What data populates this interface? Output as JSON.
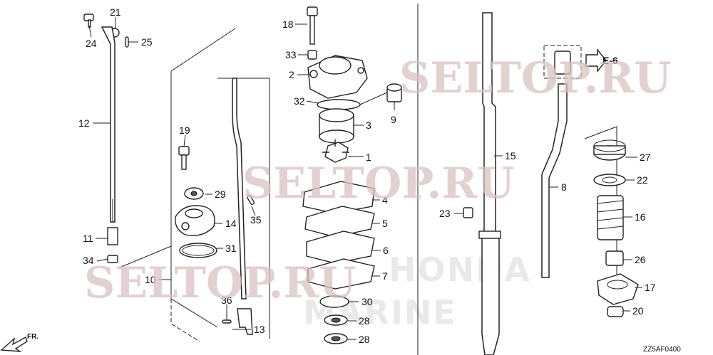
{
  "watermarks": [
    "SELTOP.RU",
    "SELTOP.RU",
    "SELTOP.RU"
  ],
  "brand_text": [
    "HONDA",
    "MARINE"
  ],
  "fr_label": "FR.",
  "ref_label": "E-6",
  "drawing_code": "ZZ5AF0400",
  "callouts": {
    "p1": "1",
    "p2": "2",
    "p3": "3",
    "p4": "4",
    "p5": "5",
    "p6": "6",
    "p7": "7",
    "p8": "8",
    "p9": "9",
    "p10": "10",
    "p11": "11",
    "p12": "12",
    "p13": "13",
    "p14": "14",
    "p15": "15",
    "p16": "16",
    "p17": "17",
    "p18": "18",
    "p19": "19",
    "p20": "20",
    "p21": "21",
    "p22": "22",
    "p23": "23",
    "p24": "24",
    "p25": "25",
    "p26": "26",
    "p27": "27",
    "p28a": "28",
    "p28b": "28",
    "p29": "29",
    "p30": "30",
    "p31": "31",
    "p32": "32",
    "p33": "33",
    "p34": "34",
    "p35": "35",
    "p36": "36"
  }
}
